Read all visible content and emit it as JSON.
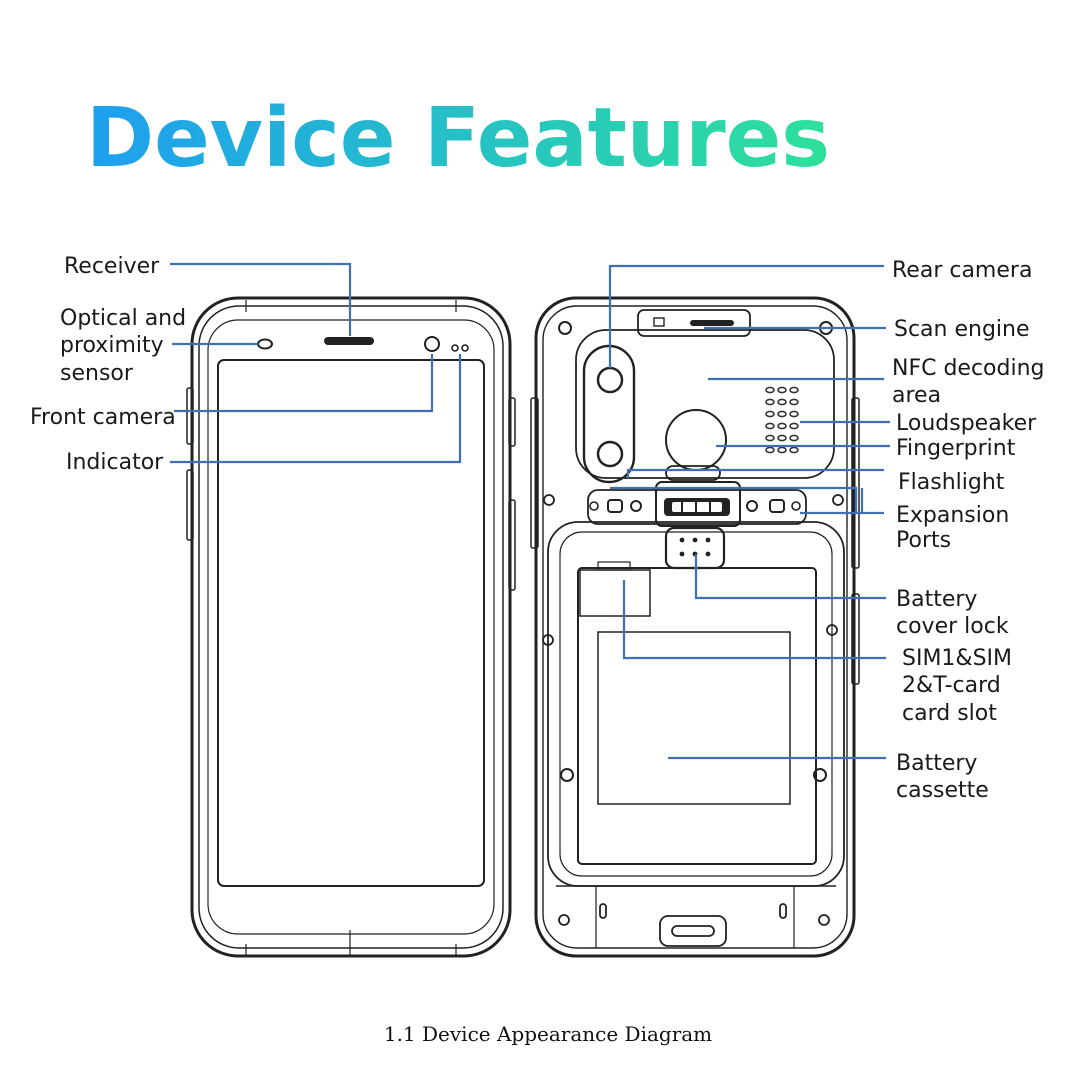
{
  "title": "Device Features",
  "title_gradient": [
    "#1e9ff0",
    "#2ee09b"
  ],
  "leader_color": "#3f6fb5",
  "caption": "1.1 Device Appearance Diagram",
  "front_labels": {
    "receiver": "Receiver",
    "optical_1": "Optical and",
    "optical_2": "proximity",
    "optical_3": "sensor",
    "front_camera": "Front camera",
    "indicator": "Indicator"
  },
  "back_labels": {
    "rear_camera": "Rear camera",
    "scan_engine": "Scan engine",
    "nfc_1": "NFC decoding",
    "nfc_2": "area",
    "loudspeaker": "Loudspeaker",
    "fingerprint": "Fingerprint",
    "flashlight": "Flashlight",
    "expansion_1": "Expansion",
    "expansion_2": "Ports",
    "battery_lock_1": "Battery",
    "battery_lock_2": "cover lock",
    "sim_1": "SIM1&SIM",
    "sim_2": "2&T-card",
    "sim_3": "card slot",
    "battery_cassette_1": "Battery",
    "battery_cassette_2": "cassette"
  }
}
